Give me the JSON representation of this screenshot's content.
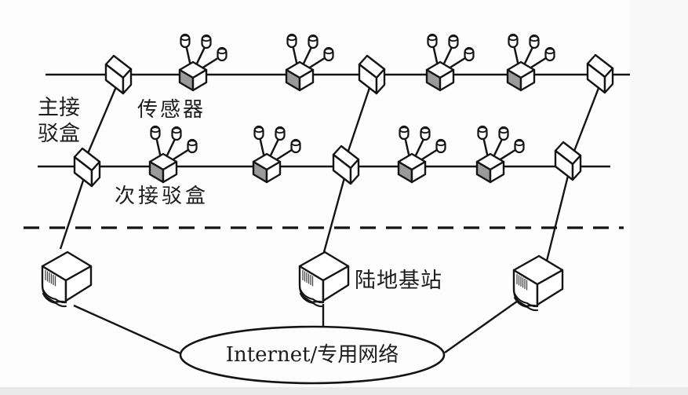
{
  "labels": {
    "main_junction_line1": "主接",
    "main_junction_line2": "驳盒",
    "sensor": "传感器",
    "secondary_junction": "次接驳盒",
    "base_station": "陆地基站",
    "network": "Internet/专用网络"
  },
  "structure": {
    "upper_cable": {
      "junction_boxes": 3,
      "sensor_nodes": 4
    },
    "lower_cable": {
      "junction_boxes": 3,
      "sensor_nodes": 4
    },
    "land_base_stations": 3,
    "network_cloud": "ellipse"
  },
  "colors": {
    "stroke": "#141414",
    "sensor_shade": "#9a9a9a",
    "background": "#fdfdfd"
  }
}
